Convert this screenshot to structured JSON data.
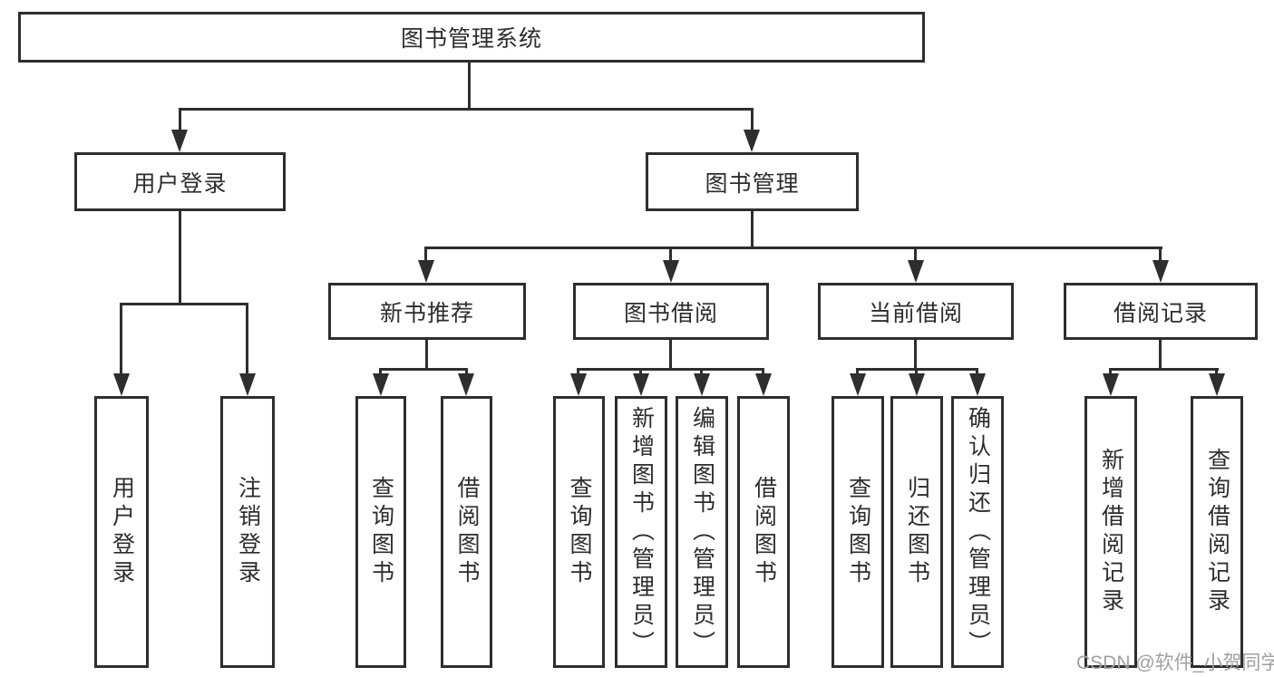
{
  "diagram_title": "图书管理系统",
  "watermark": "CSDN @软件_小贺同学",
  "colors": {
    "line": "#2e2e2e",
    "text": "#2d2d2d",
    "watermark": "#a0a0a0",
    "background": "#ffffff"
  },
  "tree": {
    "label": "图书管理系统",
    "children": [
      {
        "label": "用户登录",
        "children": [
          {
            "label": "用户登录"
          },
          {
            "label": "注销登录"
          }
        ]
      },
      {
        "label": "图书管理",
        "children": [
          {
            "label": "新书推荐",
            "children": [
              {
                "label": "查询图书"
              },
              {
                "label": "借阅图书"
              }
            ]
          },
          {
            "label": "图书借阅",
            "children": [
              {
                "label": "查询图书"
              },
              {
                "label": "新增图书（管理员）"
              },
              {
                "label": "编辑图书（管理员）"
              },
              {
                "label": "借阅图书"
              }
            ]
          },
          {
            "label": "当前借阅",
            "children": [
              {
                "label": "查询图书"
              },
              {
                "label": "归还图书"
              },
              {
                "label": "确认归还（管理员）"
              }
            ]
          },
          {
            "label": "借阅记录",
            "children": [
              {
                "label": "新增借阅记录"
              },
              {
                "label": "查询借阅记录"
              }
            ]
          }
        ]
      }
    ]
  }
}
